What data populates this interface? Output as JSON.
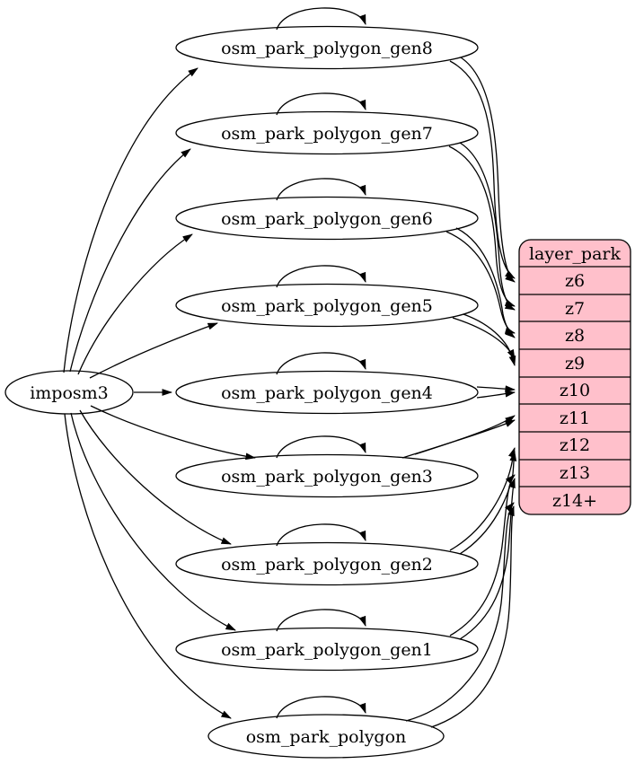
{
  "diagram": {
    "type": "etl-graph",
    "background": "#ffffff",
    "stroke_color": "#000000",
    "source_node": {
      "label": "imposm3"
    },
    "table_nodes": [
      {
        "label": "osm_park_polygon_gen8"
      },
      {
        "label": "osm_park_polygon_gen7"
      },
      {
        "label": "osm_park_polygon_gen6"
      },
      {
        "label": "osm_park_polygon_gen5"
      },
      {
        "label": "osm_park_polygon_gen4"
      },
      {
        "label": "osm_park_polygon_gen3"
      },
      {
        "label": "osm_park_polygon_gen2"
      },
      {
        "label": "osm_park_polygon_gen1"
      },
      {
        "label": "osm_park_polygon"
      }
    ],
    "layer_record": {
      "header": "layer_park",
      "rows": [
        "z6",
        "z7",
        "z8",
        "z9",
        "z10",
        "z11",
        "z12",
        "z13",
        "z14+"
      ],
      "fill": "#ffc0cb",
      "stroke": "#000000"
    },
    "edges": {
      "from_source_to": [
        "osm_park_polygon_gen8",
        "osm_park_polygon_gen7",
        "osm_park_polygon_gen6",
        "osm_park_polygon_gen5",
        "osm_park_polygon_gen4",
        "osm_park_polygon_gen3",
        "osm_park_polygon_gen2",
        "osm_park_polygon_gen1",
        "osm_park_polygon"
      ],
      "self_loop_on_every_table": true,
      "table_to_zoom_row": [
        {
          "table": "osm_park_polygon_gen8",
          "zoom": "z6",
          "parallel_edges": 2
        },
        {
          "table": "osm_park_polygon_gen7",
          "zoom": "z7",
          "parallel_edges": 2
        },
        {
          "table": "osm_park_polygon_gen6",
          "zoom": "z8",
          "parallel_edges": 2
        },
        {
          "table": "osm_park_polygon_gen5",
          "zoom": "z9",
          "parallel_edges": 2
        },
        {
          "table": "osm_park_polygon_gen4",
          "zoom": "z10",
          "parallel_edges": 2
        },
        {
          "table": "osm_park_polygon_gen3",
          "zoom": "z11",
          "parallel_edges": 2
        },
        {
          "table": "osm_park_polygon_gen2",
          "zoom": "z12",
          "parallel_edges": 2
        },
        {
          "table": "osm_park_polygon_gen1",
          "zoom": "z13",
          "parallel_edges": 2
        },
        {
          "table": "osm_park_polygon",
          "zoom": "z14+",
          "parallel_edges": 2
        }
      ]
    }
  }
}
